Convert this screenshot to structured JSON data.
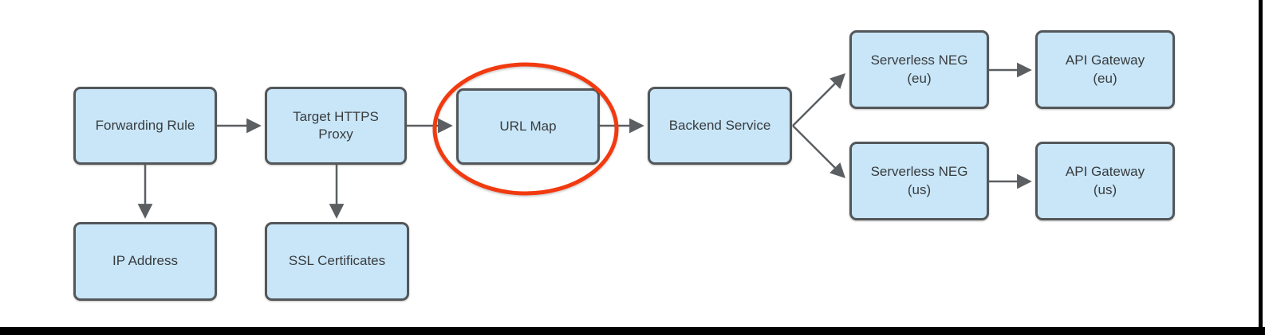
{
  "colors": {
    "node_fill": "#C9E6F8",
    "node_border": "#53575A",
    "arrow": "#5B5F62",
    "highlight_ellipse": "#F23A10",
    "text": "#383C3F",
    "screen_edge": "#000000",
    "background": "#FFFFFF"
  },
  "diagram": {
    "nodes": [
      {
        "id": "forwarding-rule",
        "label": "Forwarding Rule"
      },
      {
        "id": "target-https-proxy",
        "label": "Target HTTPS\nProxy"
      },
      {
        "id": "url-map",
        "label": "URL Map",
        "highlighted": true
      },
      {
        "id": "backend-service",
        "label": "Backend Service"
      },
      {
        "id": "serverless-neg-eu",
        "label": "Serverless NEG\n(eu)"
      },
      {
        "id": "api-gateway-eu",
        "label": "API Gateway\n(eu)"
      },
      {
        "id": "serverless-neg-us",
        "label": "Serverless NEG\n(us)"
      },
      {
        "id": "api-gateway-us",
        "label": "API Gateway\n(us)"
      },
      {
        "id": "ip-address",
        "label": "IP Address"
      },
      {
        "id": "ssl-certificates",
        "label": "SSL Certificates"
      }
    ],
    "edges": [
      {
        "from": "forwarding-rule",
        "to": "target-https-proxy"
      },
      {
        "from": "target-https-proxy",
        "to": "url-map"
      },
      {
        "from": "url-map",
        "to": "backend-service"
      },
      {
        "from": "backend-service",
        "to": "serverless-neg-eu"
      },
      {
        "from": "backend-service",
        "to": "serverless-neg-us"
      },
      {
        "from": "serverless-neg-eu",
        "to": "api-gateway-eu"
      },
      {
        "from": "serverless-neg-us",
        "to": "api-gateway-us"
      },
      {
        "from": "forwarding-rule",
        "to": "ip-address"
      },
      {
        "from": "target-https-proxy",
        "to": "ssl-certificates"
      }
    ],
    "annotation": {
      "shape": "ellipse",
      "around": "url-map",
      "color": "#F23A10"
    }
  }
}
